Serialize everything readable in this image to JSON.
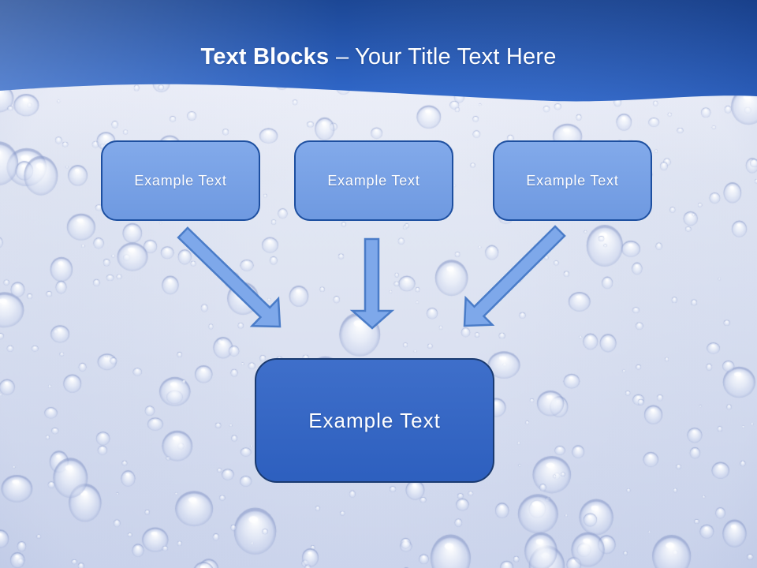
{
  "title": {
    "bold_part": "Text Blocks",
    "regular_part": "– Your Title Text Here"
  },
  "top_boxes": [
    {
      "label": "Example Text"
    },
    {
      "label": "Example Text"
    },
    {
      "label": "Example Text"
    }
  ],
  "center_box": {
    "label": "Example Text"
  },
  "icons": {
    "arrow_left": "arrow-down-right-icon",
    "arrow_middle": "arrow-down-icon",
    "arrow_right": "arrow-down-left-icon"
  },
  "colors": {
    "header_gradient_top": "#1c4795",
    "header_gradient_bottom": "#3169cc",
    "title_text": "#ffffff",
    "block_fill": "#74a0e8",
    "block_border": "#1d4fa0",
    "block_text": "#ffffff",
    "center_fill": "#3064c6",
    "center_border": "#1a3a70",
    "center_text": "#ffffff",
    "arrow_fill": "#7ea8ea",
    "arrow_outline": "#4a7cc8",
    "background_top": "#eef0f9",
    "background_mid": "#e1e6f3",
    "background_bottom": "#cbd4ec"
  }
}
